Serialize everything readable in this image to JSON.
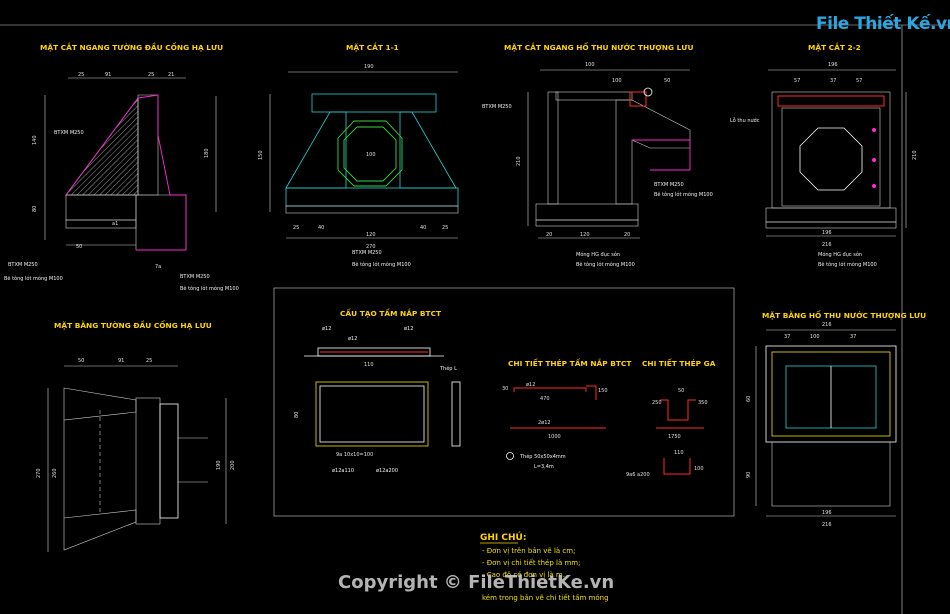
{
  "watermark": {
    "logo_text": "File Thiết Kế.vn",
    "copyright": "Copyright © FileThietKe.vn"
  },
  "titles": {
    "cat_ngang_dau_cong": "MẶT CẮT NGANG TƯỜNG ĐẦU CỐNG HẠ LƯU",
    "cat_1_1": "MẶT CẮT 1-1",
    "cat_ngang_ho_thu": "MẶT CẮT NGANG HỐ THU NƯỚC THƯỢNG LƯU",
    "cat_2_2": "MẶT CẮT 2-2",
    "bang_dau_cong": "MẶT BẰNG TƯỜNG ĐẦU CỐNG HẠ LƯU",
    "bang_ho_thu": "MẶT BẰNG HỐ THU NƯỚC THƯỢNG LƯU",
    "cau_tao_nap": "CẤU TẠO TẤM NẮP BTCT",
    "chi_tiet_thep_nap": "CHI TIẾT THÉP TẤM NẮP BTCT",
    "chi_tiet_thep_ga": "CHI TIẾT THÉP GA"
  },
  "labels": {
    "btxm_m250": "BTXM M250",
    "be_tong_lot": "Bê tông lót móng M100",
    "lo_thu_nuoc": "Lỗ thu nước",
    "mong_hg": "Móng HG đục sỏn",
    "thep_l": "Thép L",
    "phi12": "ø12",
    "phi12a200": "ø12a200",
    "phi12a110": "ø12a110",
    "phi12_2": "2ø12",
    "thep_50x50": "Thép 50x50x4mm",
    "l_34": "L=3,4m",
    "dim_1000": "1000",
    "dim_1750": "1750",
    "dim_470": "470",
    "dim_110": "110",
    "dim_100": "100",
    "dim_270": "270",
    "dim_120": "120",
    "dim_216": "216",
    "dim_150": "150",
    "dim_180": "180",
    "dim_250": "250",
    "dim_350": "350",
    "dim_50": "50",
    "dim_20": "20",
    "dim_40": "40",
    "dim_30": "30",
    "dim_7a": "7a",
    "dim_a1": "a1",
    "dim_80": "80",
    "dim_60": "60",
    "dim_90": "90",
    "dim_210": "210",
    "dim_200": "200",
    "dim_260": "260",
    "dim_190": "190",
    "dim_140": "140",
    "dim_91": "91",
    "dim_25": "25",
    "dim_21": "21",
    "dim_37": "37",
    "dim_57": "57",
    "dim_196": "196",
    "dim_10x10": "9a 10x10=100",
    "dim_a200": "9a6 a200"
  },
  "notes": {
    "heading": "GHI CHÚ:",
    "lines": [
      "- Đơn vị trên bản vẽ là cm;",
      "- Đơn vị chi tiết thép là mm;",
      "- Cao độ có đơn vị là m.",
      "kém trong bản vẽ chi tiết tấm móng"
    ]
  }
}
